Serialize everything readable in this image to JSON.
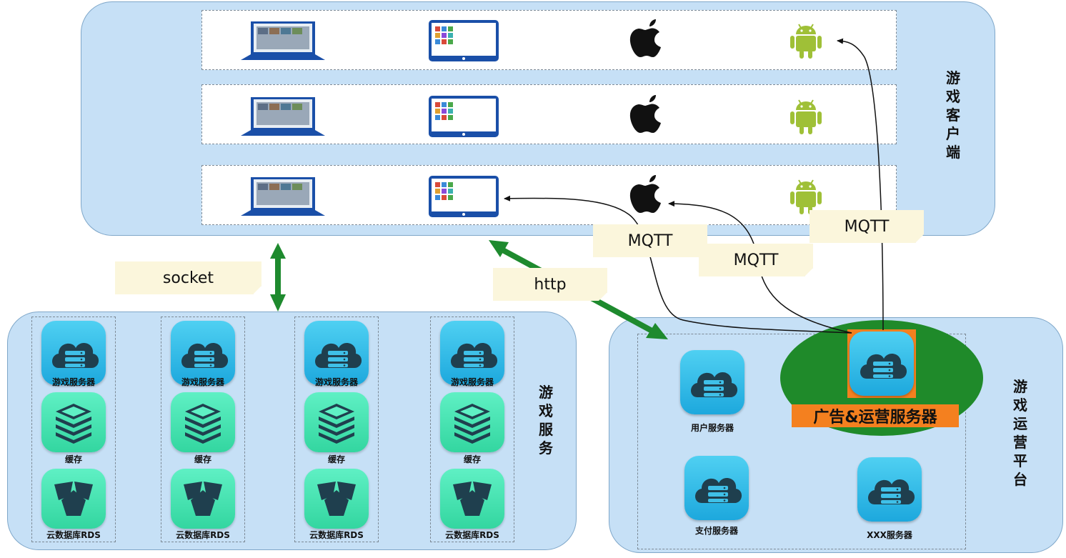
{
  "client_panel": {
    "label": "游戏客户端",
    "rows": 3,
    "icons": [
      "laptop-icon",
      "tablet-icon",
      "apple-icon",
      "android-icon"
    ]
  },
  "game_service_panel": {
    "label": "游戏服务",
    "groups": [
      {
        "server": "游戏服务器",
        "cache": "缓存",
        "db": "云数据库RDS"
      },
      {
        "server": "游戏服务器",
        "cache": "缓存",
        "db": "云数据库RDS"
      },
      {
        "server": "游戏服务器",
        "cache": "缓存",
        "db": "云数据库RDS"
      },
      {
        "server": "游戏服务器",
        "cache": "缓存",
        "db": "云数据库RDS"
      }
    ]
  },
  "ops_panel": {
    "label": "游戏运营平台",
    "user_server": "用户服务器",
    "pay_server": "支付服务器",
    "xxx_server": "XXX服务器",
    "ad_server": "广告&运营服务器"
  },
  "connections": {
    "socket": "socket",
    "http": "http",
    "mqtt_1": "MQTT",
    "mqtt_2": "MQTT",
    "mqtt_3": "MQTT"
  },
  "colors": {
    "panel": "#c6e0f6",
    "arrow_green": "#1e8a2e",
    "ad_ellipse": "#1f8a2a",
    "ad_label": "#f4801f"
  }
}
